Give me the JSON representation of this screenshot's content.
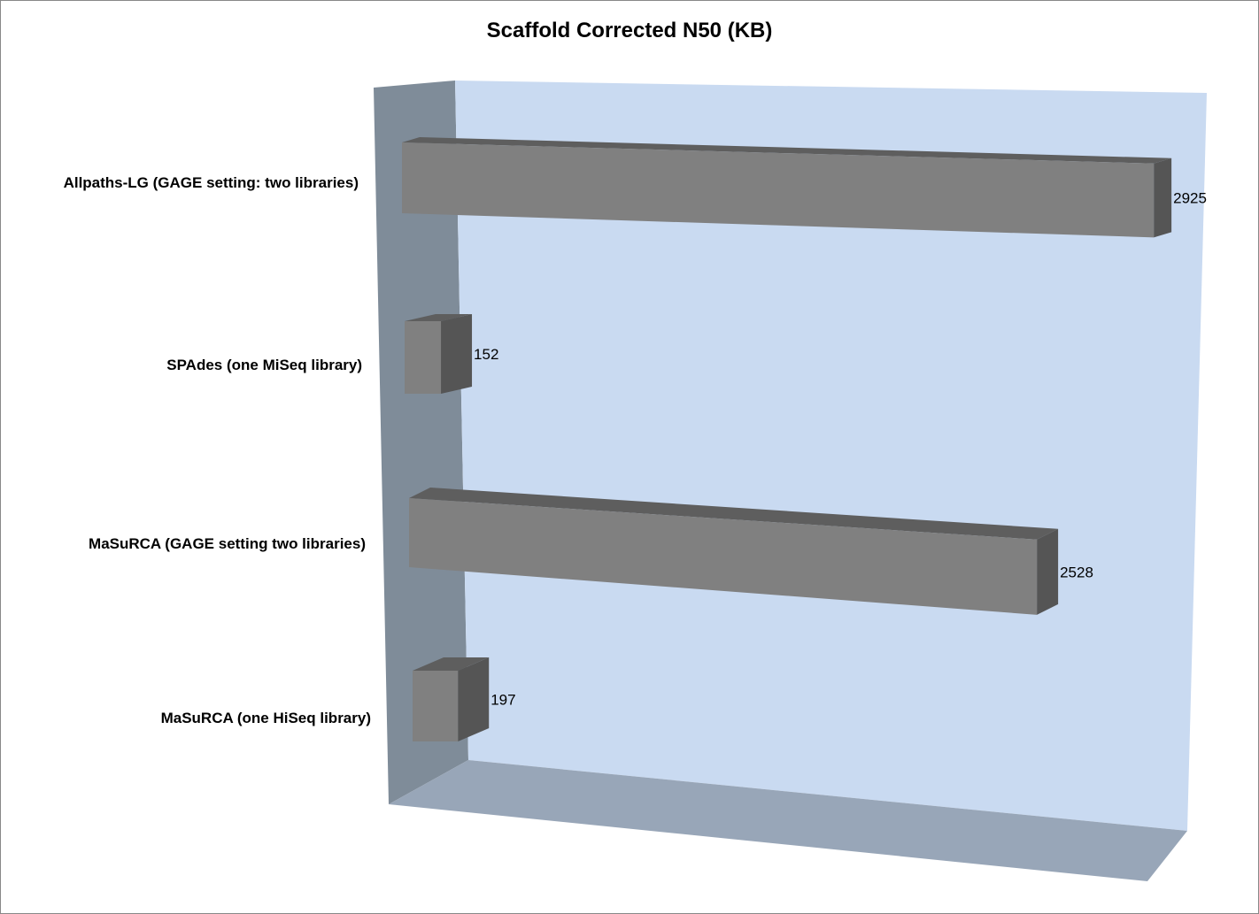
{
  "chart_data": {
    "type": "bar",
    "orientation": "horizontal",
    "style": "3d",
    "title": "Scaffold Corrected N50 (KB)",
    "categories": [
      "Allpaths-LG (GAGE setting: two libraries)",
      "SPAdes (one MiSeq library)",
      "MaSuRCA (GAGE setting two libraries)",
      "MaSuRCA (one HiSeq library)"
    ],
    "values": [
      2925,
      152,
      2528,
      197
    ],
    "data_labels": [
      "2925",
      "152",
      "2528",
      "197"
    ],
    "xlabel": "",
    "ylabel": "",
    "xlim": [
      0,
      3000
    ],
    "grid": false,
    "legend": "none",
    "colors": {
      "bar_front": "#808080",
      "bar_top": "#5e5e5e",
      "bar_side": "#555555",
      "side_wall": "#7f8c99",
      "back_wall": "#c9daf1",
      "floor": "#98a6b8"
    }
  }
}
